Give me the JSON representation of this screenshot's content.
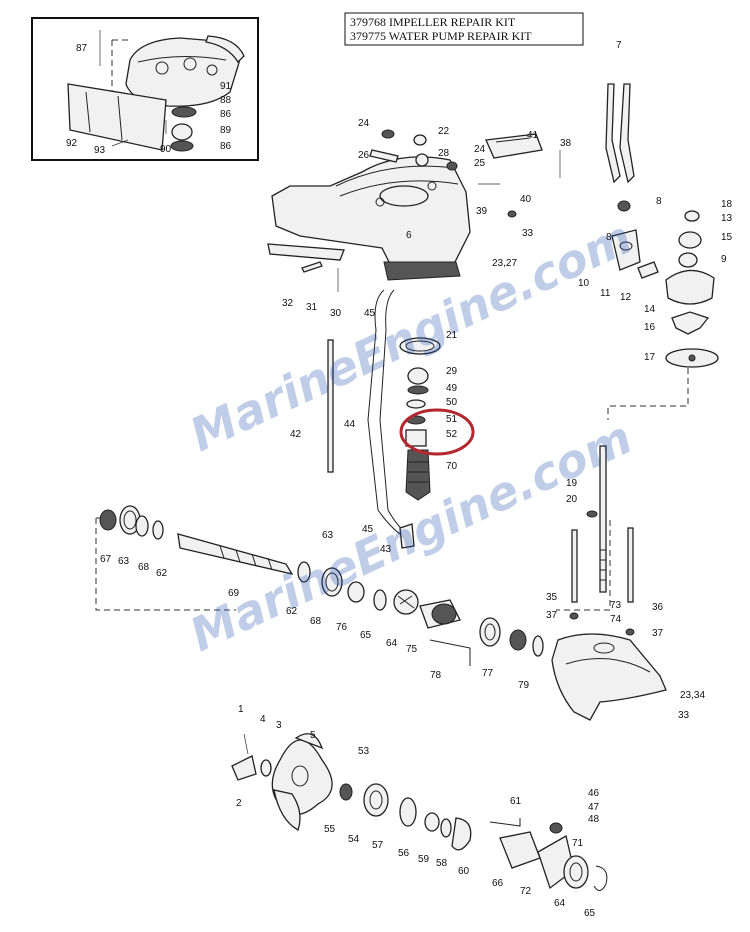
{
  "header": {
    "kit_line_1": "379768 IMPELLER REPAIR KIT",
    "kit_line_2": "379775 WATER PUMP REPAIR KIT"
  },
  "watermark": {
    "text": "MarineEngine.com"
  },
  "highlight": {
    "color": "#b3272d",
    "parts": [
      "51",
      "52"
    ]
  },
  "callouts": {
    "c87": "87",
    "c91": "91",
    "c88": "88",
    "c86a": "86",
    "c89": "89",
    "c86b": "86",
    "c90": "90",
    "c92": "92",
    "c93": "93",
    "c7": "7",
    "c8a": "8",
    "c8b": "8",
    "c18": "18",
    "c13": "13",
    "c15": "15",
    "c9": "9",
    "c10": "10",
    "c11": "11",
    "c12": "12",
    "c14": "14",
    "c16": "16",
    "c17": "17",
    "c24a": "24",
    "c22": "22",
    "c26": "26",
    "c28": "28",
    "c24b": "24",
    "c25": "25",
    "c41": "41",
    "c38": "38",
    "c40": "40",
    "c39": "39",
    "c33a": "33",
    "c6": "6",
    "c2327": "23,27",
    "c32": "32",
    "c31": "31",
    "c30": "30",
    "c45a": "45",
    "c21": "21",
    "c29": "29",
    "c49": "49",
    "c50": "50",
    "c51": "51",
    "c52": "52",
    "c70": "70",
    "c42": "42",
    "c44": "44",
    "c45b": "45",
    "c43": "43",
    "c67": "67",
    "c63a": "63",
    "c68a": "68",
    "c62a": "62",
    "c63b": "63",
    "c69": "69",
    "c62b": "62",
    "c68b": "68",
    "c76": "76",
    "c65a": "65",
    "c64a": "64",
    "c75": "75",
    "c78": "78",
    "c77": "77",
    "c79": "79",
    "c19": "19",
    "c20": "20",
    "c35": "35",
    "c37a": "37",
    "c73": "73",
    "c74": "74",
    "c36": "36",
    "c37b": "37",
    "c2334": "23,34",
    "c33b": "33",
    "c1": "1",
    "c4": "4",
    "c3": "3",
    "c5": "5",
    "c2": "2",
    "c53": "53",
    "c55": "55",
    "c54": "54",
    "c57": "57",
    "c56": "56",
    "c59": "59",
    "c58": "58",
    "c60": "60",
    "c61": "61",
    "c46": "46",
    "c47": "47",
    "c48": "48",
    "c66": "66",
    "c72": "72",
    "c71": "71",
    "c64b": "64",
    "c65b": "65"
  }
}
